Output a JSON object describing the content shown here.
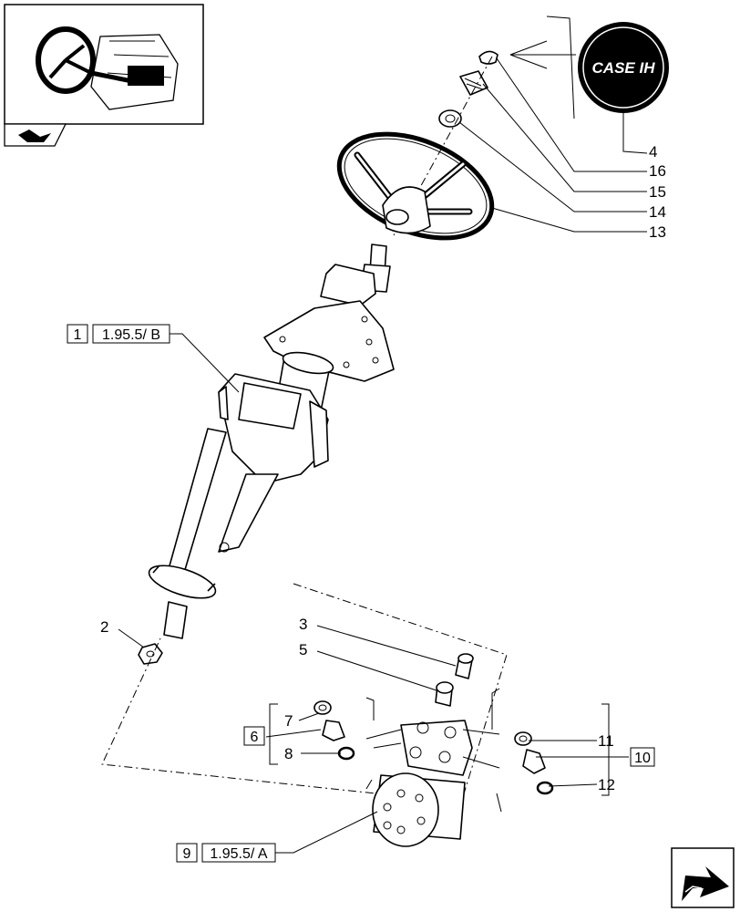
{
  "brand": {
    "logo_text": "CASE IH"
  },
  "callouts": {
    "c4": "4",
    "c16": "16",
    "c15": "15",
    "c14": "14",
    "c13": "13",
    "c2": "2",
    "c3": "3",
    "c5": "5",
    "c7": "7",
    "c8": "8",
    "c11": "11",
    "c12": "12"
  },
  "references": {
    "ref_b": {
      "num": "1",
      "code": "1.95.5/ B"
    },
    "ref_a": {
      "num": "9",
      "code": "1.95.5/ A"
    },
    "group_left": {
      "num": "6"
    },
    "group_right": {
      "num": "10"
    }
  },
  "icons": {
    "thumbnail": "tractor-steering-thumbnail-icon",
    "book": "book-hand-icon",
    "next": "next-page-arrow-icon"
  }
}
